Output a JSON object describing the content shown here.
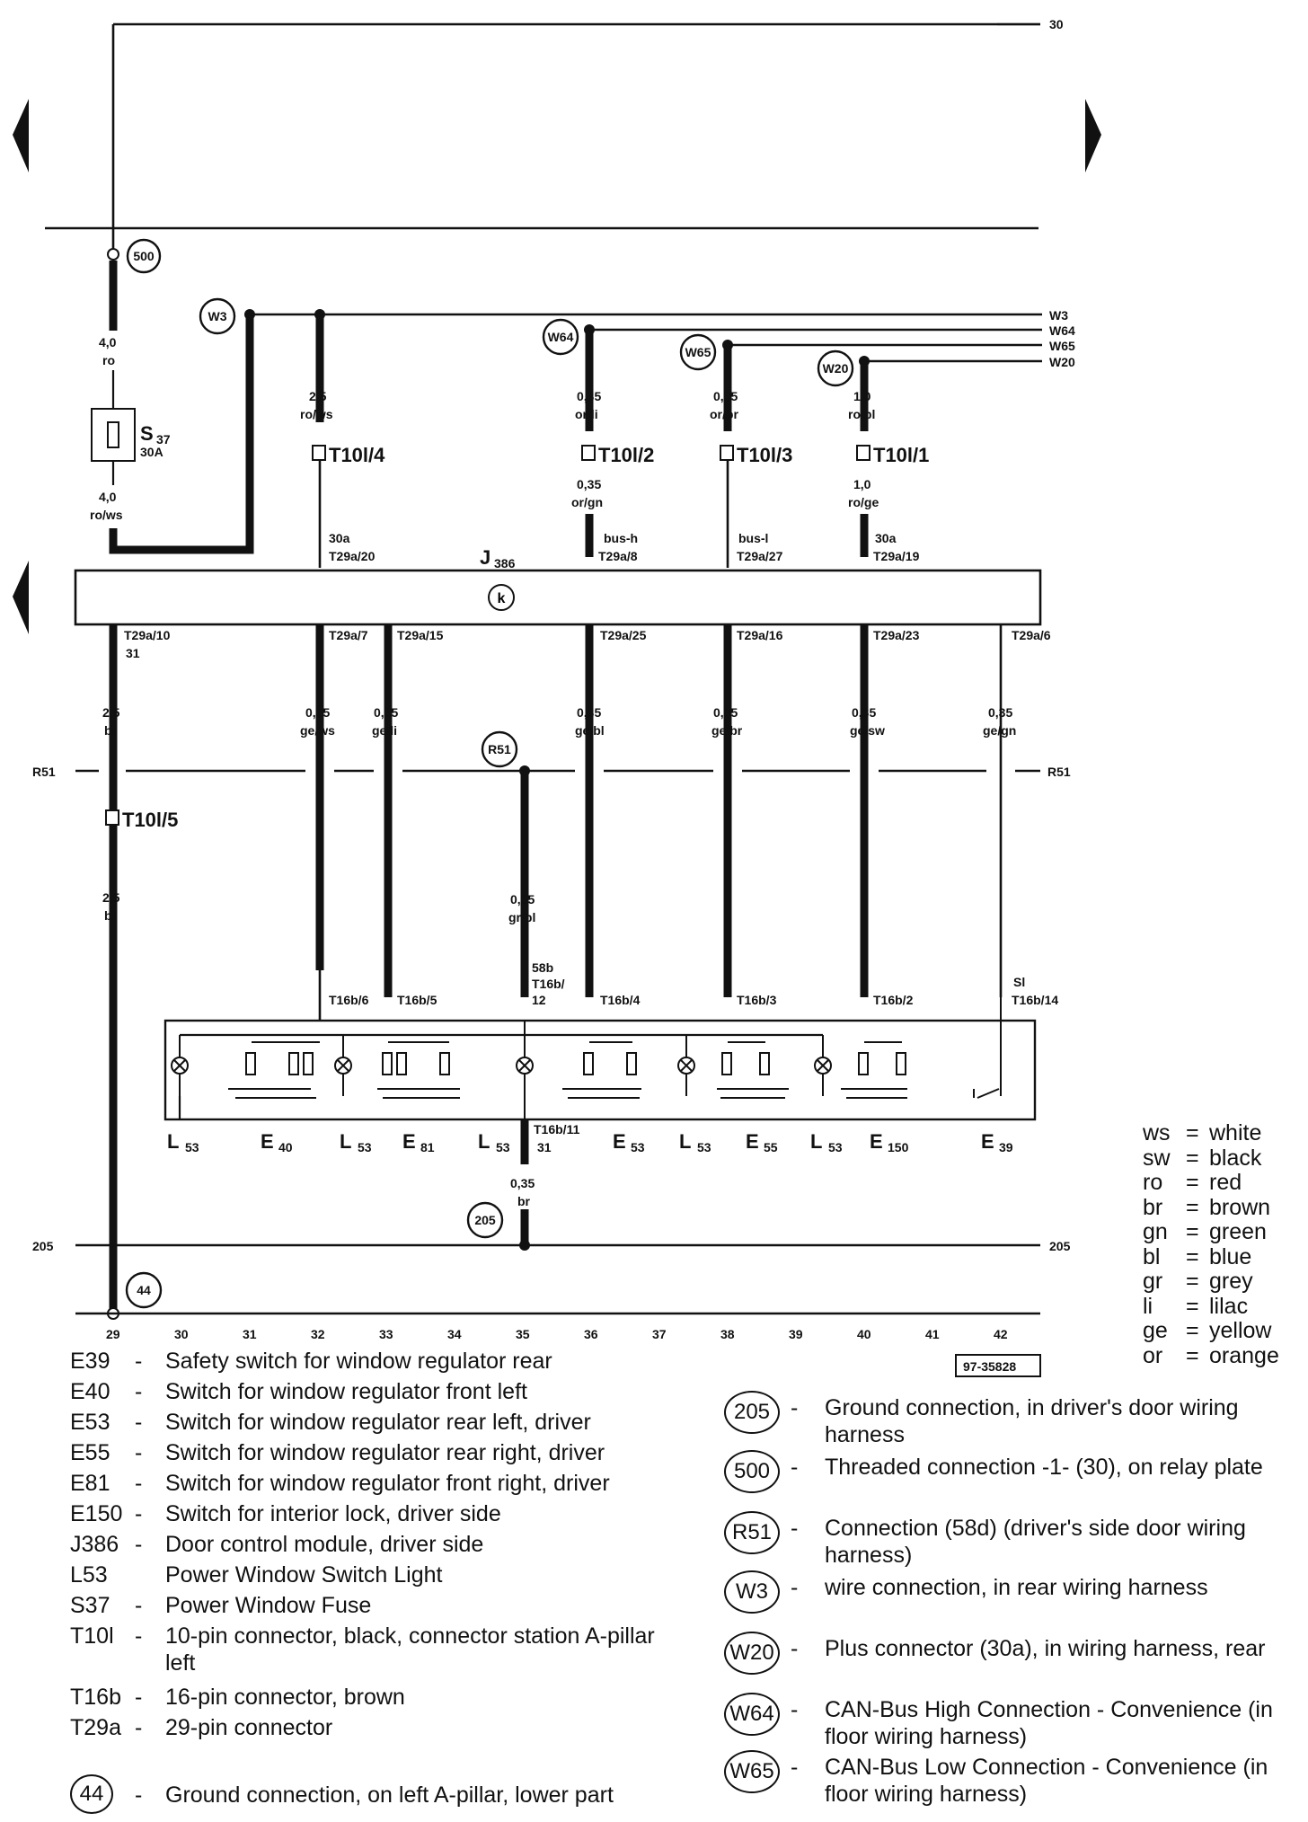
{
  "diagram": {
    "rails": {
      "r30": "30",
      "r205": "205",
      "r51": "R51"
    },
    "bus_labels": [
      "W3",
      "W64",
      "W65",
      "W20"
    ],
    "circles": {
      "c500": "500",
      "cW3": "W3",
      "cW64": "W64",
      "cW65": "W65",
      "cW20": "W20",
      "cR51": "R51",
      "c205": "205",
      "c44": "44"
    },
    "fuse": {
      "name": "S",
      "sub": "37",
      "rating": "30A"
    },
    "module": {
      "name": "J",
      "sub": "386"
    },
    "top_wires": [
      {
        "size": "4,0",
        "color": "ro"
      },
      {
        "size": "4,0",
        "color": "ro/ws"
      },
      {
        "size": "2,5",
        "color": "ro/ws",
        "pin": "30a",
        "tpin": "T29a/20",
        "conn": "T10l/4"
      },
      {
        "size": "0,35",
        "color": "or/li",
        "size2": "0,35",
        "color2": "or/gn",
        "pin": "bus-h",
        "tpin": "T29a/8",
        "conn": "T10l/2"
      },
      {
        "size": "0,35",
        "color": "or/br",
        "pin": "bus-l",
        "tpin": "T29a/27",
        "conn": "T10l/3"
      },
      {
        "size": "1,0",
        "color": "ro/bl",
        "size2": "1,0",
        "color2": "ro/ge",
        "pin": "30a",
        "tpin": "T29a/19",
        "conn": "T10l/1"
      }
    ],
    "bottom_wires": [
      {
        "tpin": "T29a/10",
        "pin": "31",
        "size": "2,5",
        "color": "br",
        "conn": "T10l/5",
        "size2": "2,5",
        "color2": "br"
      },
      {
        "tpin": "T29a/7",
        "size": "0,35",
        "color": "ge/ws",
        "t16": "T16b/6"
      },
      {
        "tpin": "T29a/15",
        "size": "0,35",
        "color": "ge/li",
        "t16": "T16b/5"
      },
      {
        "tpin": "T29a/25",
        "size": "0,35",
        "color": "ge/bl",
        "t16": "T16b/4"
      },
      {
        "tpin": "T29a/16",
        "size": "0,35",
        "color": "ge/br",
        "t16": "T16b/3"
      },
      {
        "tpin": "T29a/23",
        "size": "0,35",
        "color": "ge/sw",
        "t16": "T16b/2"
      },
      {
        "tpin": "T29a/6",
        "size": "0,35",
        "color": "ge/gn",
        "t16": "T16b/14",
        "pin": "Sl"
      }
    ],
    "r51_wire": {
      "size": "0,35",
      "color": "gr/bl",
      "pin": "58b",
      "t16a": "T16b/",
      "t16b": "12"
    },
    "ground_wire": {
      "t16": "T16b/11",
      "pin": "31",
      "size": "0,35",
      "color": "br"
    },
    "components": [
      {
        "name": "L",
        "sub": "53"
      },
      {
        "name": "E",
        "sub": "40"
      },
      {
        "name": "L",
        "sub": "53"
      },
      {
        "name": "E",
        "sub": "81"
      },
      {
        "name": "L",
        "sub": "53"
      },
      {
        "name": "E",
        "sub": "53"
      },
      {
        "name": "L",
        "sub": "53"
      },
      {
        "name": "E",
        "sub": "55"
      },
      {
        "name": "L",
        "sub": "53"
      },
      {
        "name": "E",
        "sub": "150"
      },
      {
        "name": "E",
        "sub": "39"
      }
    ],
    "track_numbers": [
      "29",
      "30",
      "31",
      "32",
      "33",
      "34",
      "35",
      "36",
      "37",
      "38",
      "39",
      "40",
      "41",
      "42"
    ],
    "ref_code": "97-35828"
  },
  "legend": [
    {
      "code": "E39",
      "dash": "-",
      "desc": "Safety switch for window regulator rear"
    },
    {
      "code": "E40",
      "dash": "-",
      "desc": "Switch for window regulator front left"
    },
    {
      "code": "E53",
      "dash": "-",
      "desc": "Switch for window regulator rear left, driver"
    },
    {
      "code": "E55",
      "dash": "-",
      "desc": "Switch for window regulator rear right, driver"
    },
    {
      "code": "E81",
      "dash": "-",
      "desc": "Switch for window regulator front right, driver"
    },
    {
      "code": "E150",
      "dash": "-",
      "desc": "Switch for interior lock, driver side"
    },
    {
      "code": "J386",
      "dash": "-",
      "desc": "Door control module, driver side"
    },
    {
      "code": "L53",
      "dash": "",
      "desc": "Power Window Switch Light"
    },
    {
      "code": "S37",
      "dash": "-",
      "desc": "Power Window Fuse"
    },
    {
      "code": "T10l",
      "dash": "-",
      "desc": "10-pin connector, black, connector station A-pillar left"
    },
    {
      "code": "T16b",
      "dash": "-",
      "desc": "16-pin connector, brown"
    },
    {
      "code": "T29a",
      "dash": "-",
      "desc": "29-pin connector"
    }
  ],
  "legend_ground": {
    "code": "44",
    "dash": "-",
    "desc": "Ground connection, on left A-pillar, lower part"
  },
  "connections": [
    {
      "code": "205",
      "dash": "-",
      "desc": "Ground connection, in driver's door wiring harness"
    },
    {
      "code": "500",
      "dash": "-",
      "desc": "Threaded connection -1- (30), on relay plate"
    },
    {
      "code": "R51",
      "dash": "-",
      "desc": "Connection (58d) (driver's side door wiring harness)"
    },
    {
      "code": "W3",
      "dash": "-",
      "desc": "wire connection, in rear wiring harness"
    },
    {
      "code": "W20",
      "dash": "-",
      "desc": "Plus connector (30a), in wiring harness, rear"
    },
    {
      "code": "W64",
      "dash": "-",
      "desc": "CAN-Bus High Connection - Convenience (in floor wiring harness)"
    },
    {
      "code": "W65",
      "dash": "-",
      "desc": "CAN-Bus Low Connection - Convenience (in floor wiring harness)"
    }
  ],
  "color_key": [
    {
      "abbr": "ws",
      "eq": "=",
      "name": "white"
    },
    {
      "abbr": "sw",
      "eq": "=",
      "name": "black"
    },
    {
      "abbr": "ro",
      "eq": "=",
      "name": "red"
    },
    {
      "abbr": "br",
      "eq": "=",
      "name": "brown"
    },
    {
      "abbr": "gn",
      "eq": "=",
      "name": "green"
    },
    {
      "abbr": "bl",
      "eq": "=",
      "name": "blue"
    },
    {
      "abbr": "gr",
      "eq": "=",
      "name": "grey"
    },
    {
      "abbr": "li",
      "eq": "=",
      "name": "lilac"
    },
    {
      "abbr": "ge",
      "eq": "=",
      "name": "yellow"
    },
    {
      "abbr": "or",
      "eq": "=",
      "name": "orange"
    }
  ]
}
